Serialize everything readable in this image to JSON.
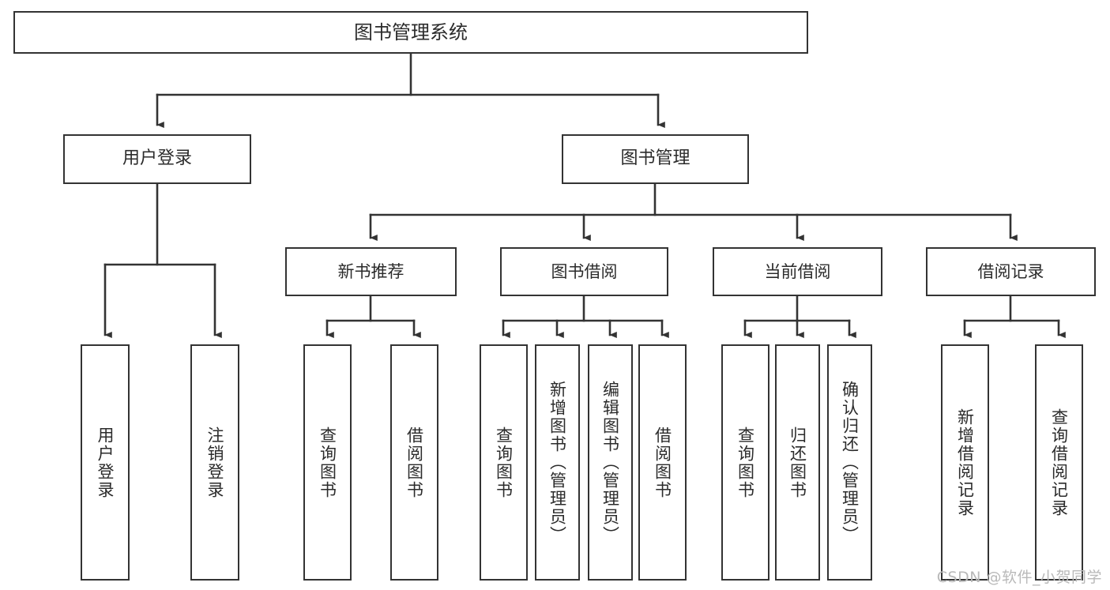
{
  "diagram": {
    "title": "图书管理系统",
    "type": "hierarchy-tree",
    "colors": {
      "stroke": "#333333",
      "box_fill": "#ffffff",
      "text": "#2b2b2b",
      "watermark": "#b9b9b9",
      "background": "#ffffff"
    },
    "root": {
      "label": "图书管理系统"
    },
    "level1": [
      {
        "label": "用户登录"
      },
      {
        "label": "图书管理"
      }
    ],
    "level2": [
      {
        "label": "新书推荐"
      },
      {
        "label": "图书借阅"
      },
      {
        "label": "当前借阅"
      },
      {
        "label": "借阅记录"
      }
    ],
    "leaves": {
      "user_login": [
        {
          "label": "用户登录"
        },
        {
          "label": "注销登录"
        }
      ],
      "new_book_recommend": [
        {
          "label": "查询图书"
        },
        {
          "label": "借阅图书"
        }
      ],
      "book_borrow": [
        {
          "label": "查询图书"
        },
        {
          "label": "新增图书（管理员）"
        },
        {
          "label": "编辑图书（管理员）"
        },
        {
          "label": "借阅图书"
        }
      ],
      "current_borrow": [
        {
          "label": "查询图书"
        },
        {
          "label": "归还图书"
        },
        {
          "label": "确认归还（管理员）"
        }
      ],
      "borrow_record": [
        {
          "label": "新增借阅记录"
        },
        {
          "label": "查询借阅记录"
        }
      ]
    }
  },
  "watermark": {
    "text": "CSDN @软件_小贺同学"
  }
}
